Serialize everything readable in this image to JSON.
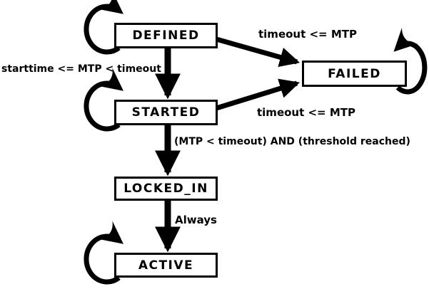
{
  "diagram": {
    "title": "state machine diagram",
    "background_color": "#ffffff",
    "line_color": "#000000",
    "states": [
      {
        "id": "defined",
        "label": "DEFINED",
        "self_loop": "left"
      },
      {
        "id": "failed",
        "label": "FAILED",
        "self_loop": "right"
      },
      {
        "id": "started",
        "label": "STARTED",
        "self_loop": "left"
      },
      {
        "id": "locked_in",
        "label": "LOCKED_IN",
        "self_loop": "none"
      },
      {
        "id": "active",
        "label": "ACTIVE",
        "self_loop": "left"
      }
    ],
    "transitions": [
      {
        "from": "defined",
        "to": "started",
        "label": "starttime <= MTP < timeout"
      },
      {
        "from": "defined",
        "to": "failed",
        "label": "timeout <= MTP"
      },
      {
        "from": "started",
        "to": "failed",
        "label": "timeout <= MTP"
      },
      {
        "from": "started",
        "to": "locked_in",
        "label": "(MTP < timeout) AND (threshold reached)"
      },
      {
        "from": "locked_in",
        "to": "active",
        "label": "Always"
      },
      {
        "from": "defined",
        "to": "defined",
        "label": ""
      },
      {
        "from": "started",
        "to": "started",
        "label": ""
      },
      {
        "from": "failed",
        "to": "failed",
        "label": ""
      },
      {
        "from": "active",
        "to": "active",
        "label": ""
      }
    ]
  }
}
